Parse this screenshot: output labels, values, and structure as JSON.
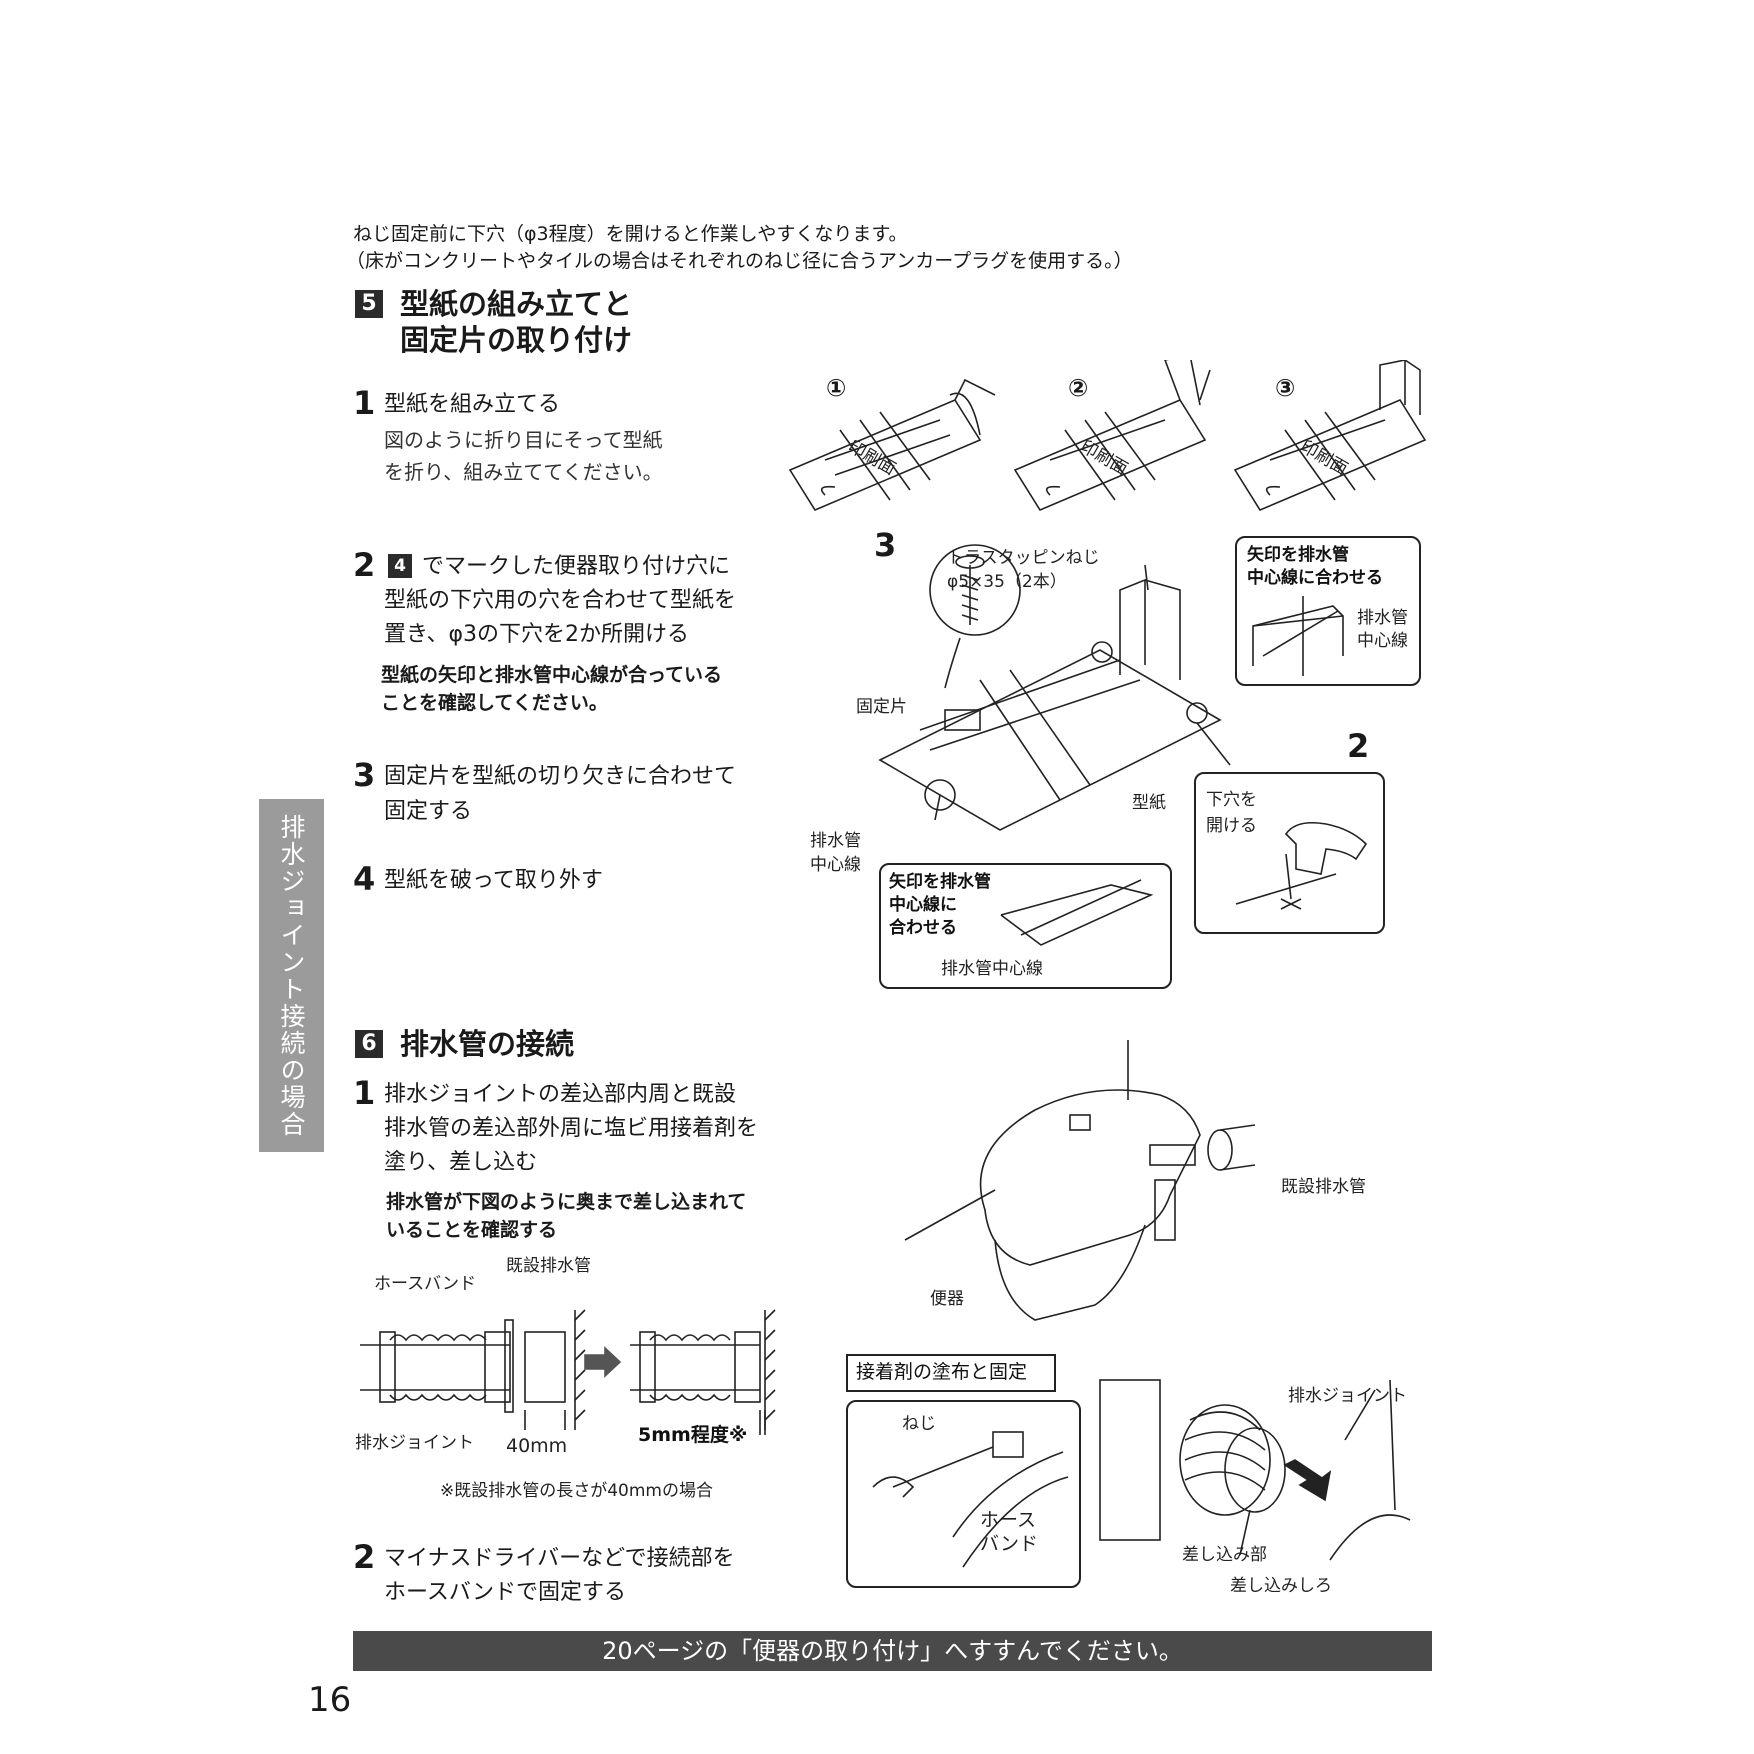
{
  "intro": {
    "line1": "ねじ固定前に下穴（φ3程度）を開けると作業しやすくなります。",
    "line2": "（床がコンクリートやタイルの場合はそれぞれのねじ径に合うアンカープラグを使用する。）"
  },
  "section5": {
    "num": "5",
    "title_line1": "型紙の組み立てと",
    "title_line2": "固定片の取り付け",
    "steps": [
      {
        "num": "1",
        "head": "型紙を組み立てる",
        "body1": "図のように折り目にそって型紙",
        "body2": "を折り、組み立ててください。"
      },
      {
        "num": "2",
        "ref": "4",
        "head1": "でマークした便器取り付け穴に",
        "head2": "型紙の下穴用の穴を合わせて型紙を",
        "head3": "置き、φ3の下穴を2か所開ける",
        "note1": "型紙の矢印と排水管中心線が合っている",
        "note2": "ことを確認してください。"
      },
      {
        "num": "3",
        "head1": "固定片を型紙の切り欠きに合わせて",
        "head2": "固定する"
      },
      {
        "num": "4",
        "head": "型紙を破って取り外す"
      }
    ]
  },
  "fig5": {
    "circ1": "①",
    "circ2": "②",
    "circ3": "③",
    "print_side": "印刷面",
    "step3": "3",
    "step2": "2",
    "screw1": "トラスタッピンねじ",
    "screw2": "φ5×35（2本）",
    "callout_top1": "矢印を排水管",
    "callout_top2": "中心線に合わせる",
    "drain_center_a": "排水管",
    "drain_center_b": "中心線",
    "fixing_piece": "固定片",
    "template": "型紙",
    "pilot1": "下穴を",
    "pilot2": "開ける",
    "callout_bot1": "矢印を排水管",
    "callout_bot2": "中心線に",
    "callout_bot3": "合わせる",
    "drain_centerline": "排水管中心線"
  },
  "section6": {
    "num": "6",
    "title": "排水管の接続",
    "steps": [
      {
        "num": "1",
        "head1": "排水ジョイントの差込部内周と既設",
        "head2": "排水管の差込部外周に塩ビ用接着剤を",
        "head3": "塗り、差し込む",
        "note1": "排水管が下図のように奥まで差し込まれて",
        "note2": "いることを確認する"
      },
      {
        "num": "2",
        "head1": "マイナスドライバーなどで接続部を",
        "head2": "ホースバンドで固定する"
      }
    ]
  },
  "fig6": {
    "hose_band": "ホースバンド",
    "existing_pipe": "既設排水管",
    "drain_joint": "排水ジョイント",
    "dim_40": "40mm",
    "dim_5": "5mm程度※",
    "footnote": "※既設排水管の長さが40mmの場合",
    "toilet": "便器",
    "existing_pipe2": "既設排水管",
    "adhesive_box": "接着剤の塗布と固定",
    "screw": "ねじ",
    "hose1": "ホース",
    "hose2": "バンド",
    "drain_joint2": "排水ジョイント",
    "insert_part": "差し込み部",
    "insert_margin": "差し込みしろ"
  },
  "side_tab": "排水ジョイント接続の場合",
  "footer": "20ページの「便器の取り付け」へすすんでください。",
  "page_number": "16"
}
